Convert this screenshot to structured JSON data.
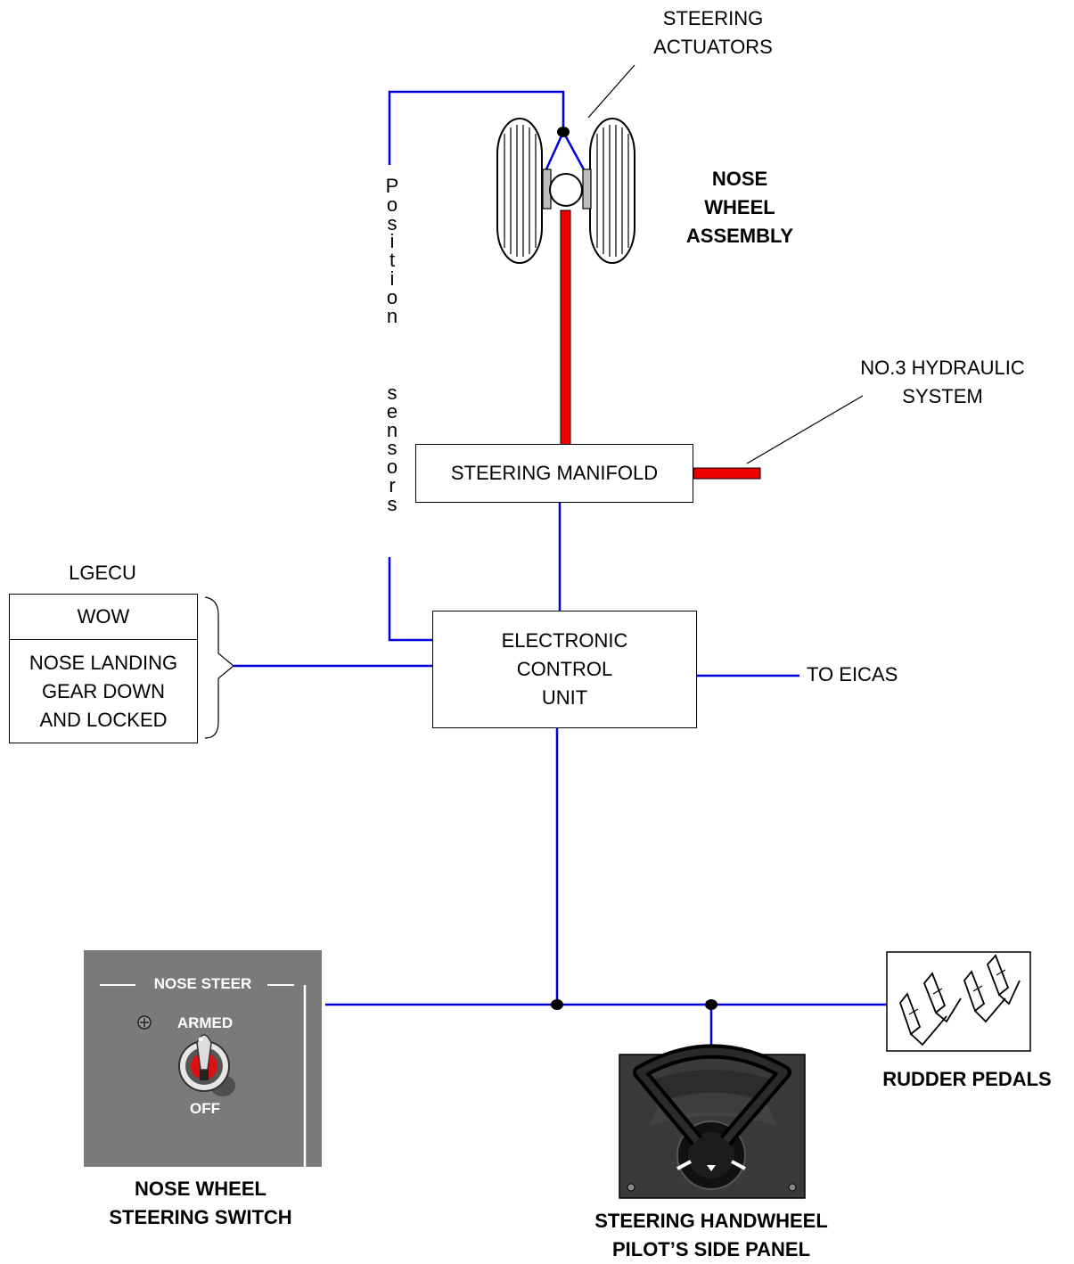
{
  "labels": {
    "steering_actuators_1": "STEERING",
    "steering_actuators_2": "ACTUATORS",
    "nose_wheel_assembly_1": "NOSE",
    "nose_wheel_assembly_2": "WHEEL",
    "nose_wheel_assembly_3": "ASSEMBLY",
    "position_sensors_1": "Position",
    "position_sensors_2": "sensors",
    "hydraulic_1": "NO.3 HYDRAULIC",
    "hydraulic_2": "SYSTEM",
    "steering_manifold": "STEERING MANIFOLD",
    "lgecu": "LGECU",
    "wow": "WOW",
    "nlg_1": "NOSE LANDING",
    "nlg_2": "GEAR DOWN",
    "nlg_3": "AND LOCKED",
    "ecu_1": "ELECTRONIC",
    "ecu_2": "CONTROL",
    "ecu_3": "UNIT",
    "to_eicas": "TO EICAS",
    "switch_caption_1": "NOSE WHEEL",
    "switch_caption_2": "STEERING SWITCH",
    "handwheel_caption_1": "STEERING HANDWHEEL",
    "handwheel_caption_2": "PILOT’S SIDE PANEL",
    "rudder_pedals": "RUDDER PEDALS"
  },
  "switch_panel": {
    "title": "NOSE STEER",
    "armed": "ARMED",
    "off": "OFF"
  },
  "colors": {
    "signal_line": "#0000dd",
    "hydraulic_line": "#ee0000",
    "panel_gray": "#7a7a7a"
  }
}
